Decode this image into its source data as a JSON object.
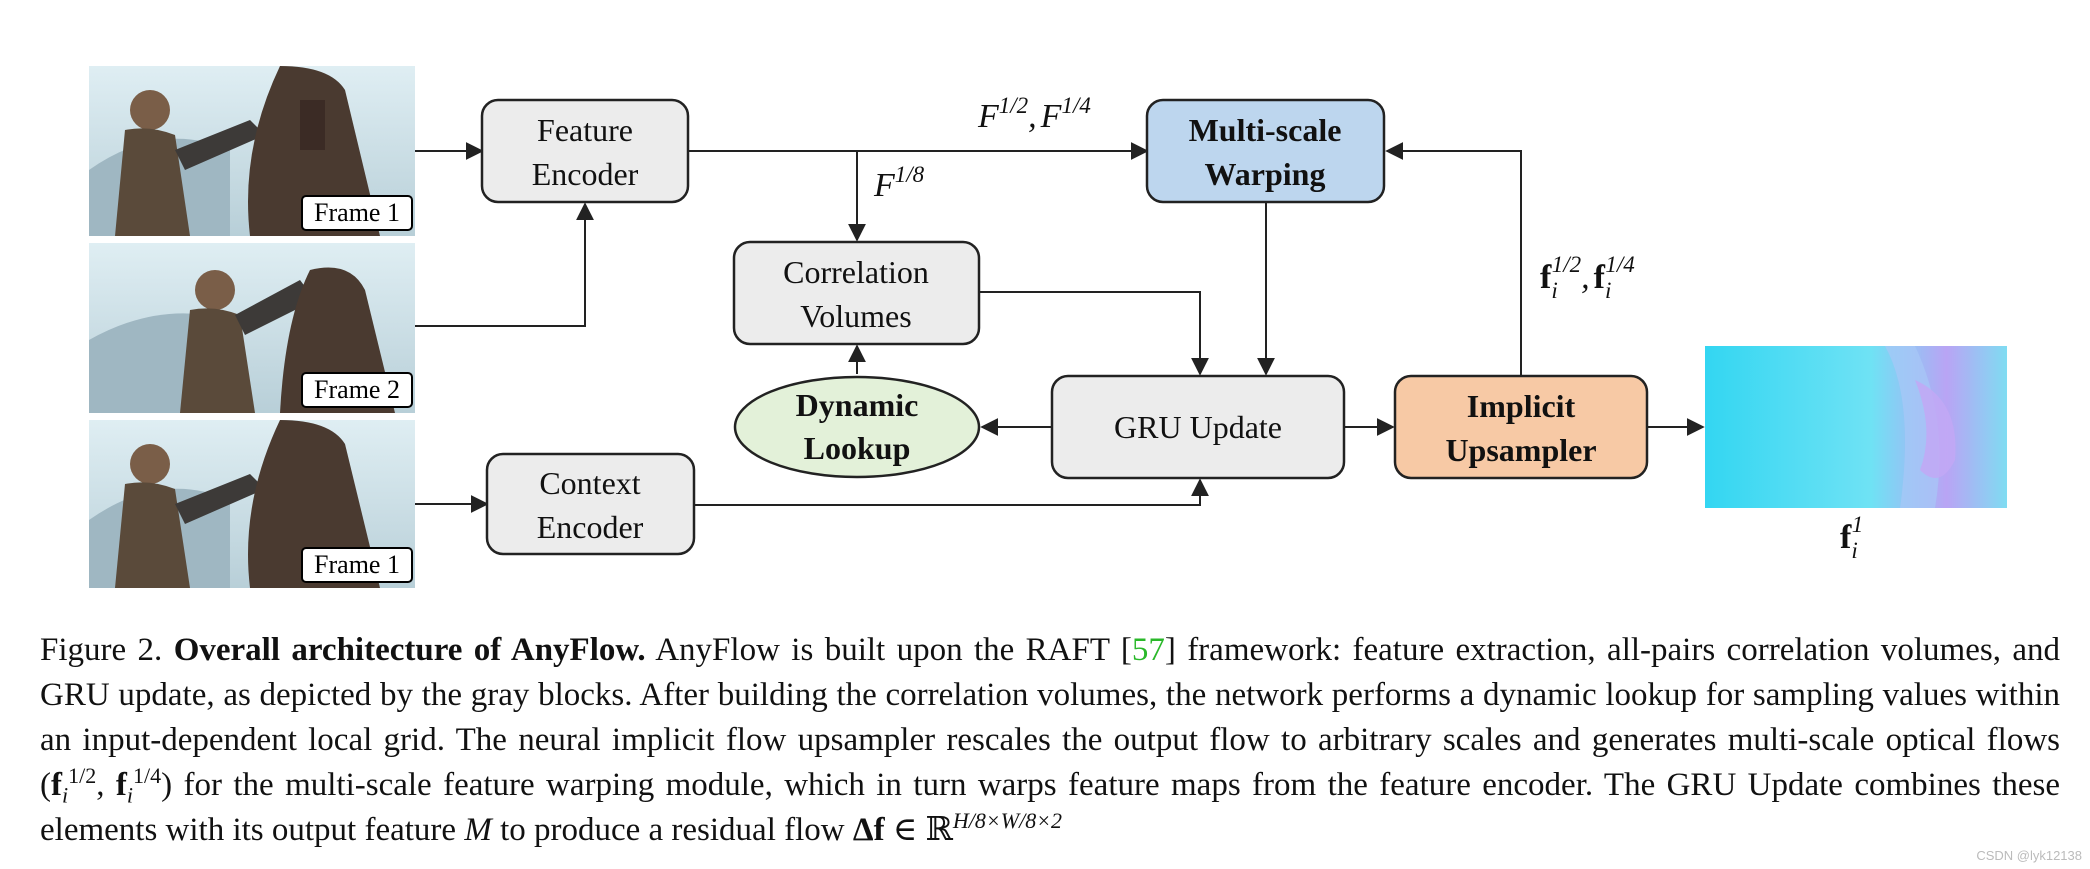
{
  "diagram": {
    "frames": [
      {
        "label": "Frame 1"
      },
      {
        "label": "Frame 2"
      },
      {
        "label": "Frame 1"
      }
    ],
    "nodes": {
      "feature_encoder": {
        "line1": "Feature",
        "line2": "Encoder",
        "fill": "#ececec"
      },
      "context_encoder": {
        "line1": "Context",
        "line2": "Encoder",
        "fill": "#ececec"
      },
      "correlation_volumes": {
        "line1": "Correlation",
        "line2": "Volumes",
        "fill": "#ececec"
      },
      "dynamic_lookup": {
        "line1": "Dynamic",
        "line2": "Lookup",
        "fill": "#e3f1d9"
      },
      "gru_update": {
        "label": "GRU Update",
        "fill": "#ececec"
      },
      "multiscale_warping": {
        "line1": "Multi-scale",
        "line2": "Warping",
        "fill": "#bdd6ee"
      },
      "implicit_upsampler": {
        "line1": "Implicit",
        "line2": "Upsampler",
        "fill": "#f7c9a5"
      }
    },
    "labels": {
      "f_half_quarter": {
        "sym1": "F",
        "exp1": "1/2",
        "sep": ",",
        "sym2": "F",
        "exp2": "1/4"
      },
      "f_eighth": {
        "sym": "F",
        "exp": "1/8"
      },
      "flow_multiscale": {
        "sym1": "f",
        "sub1": "i",
        "exp1": "1/2",
        "sep": ",",
        "sym2": "f",
        "sub2": "i",
        "exp2": "1/4"
      },
      "flow_output": {
        "sym": "f",
        "sub": "i",
        "exp": "1"
      }
    },
    "colors": {
      "scene_ice": "#cfe4ec",
      "scene_sky": "#e8f2f6",
      "character": "#5a4a3a",
      "flow_cyan": "#33d6f2",
      "flow_violet": "#b9a4f4"
    }
  },
  "caption": {
    "figure_label": "Figure 2.",
    "title": "Overall architecture of AnyFlow.",
    "text_1": "AnyFlow is built upon the RAFT [",
    "cite": "57",
    "text_2": "] framework: feature extraction, all-pairs correlation volumes, and GRU update, as depicted by the gray blocks. After building the correlation volumes, the network performs a dynamic lookup for sampling values within an input-dependent local grid. The neural implicit flow upsampler rescales the output flow to arbitrary scales and generates multi-scale optical flows (",
    "f": "f",
    "i": "i",
    "e1": "1/2",
    "comma": ", ",
    "e2": "1/4",
    "text_3": ") for the multi-scale feature warping module, which in turn warps feature maps from the feature encoder. The GRU Update combines these elements with its output feature ",
    "M": "M",
    "text_4": " to produce a residual flow ",
    "delta_f": "Δf",
    "in_R": " ∈ ℝ",
    "R_exp": "H/8×W/8×2"
  },
  "watermark": "CSDN @lyk12138"
}
